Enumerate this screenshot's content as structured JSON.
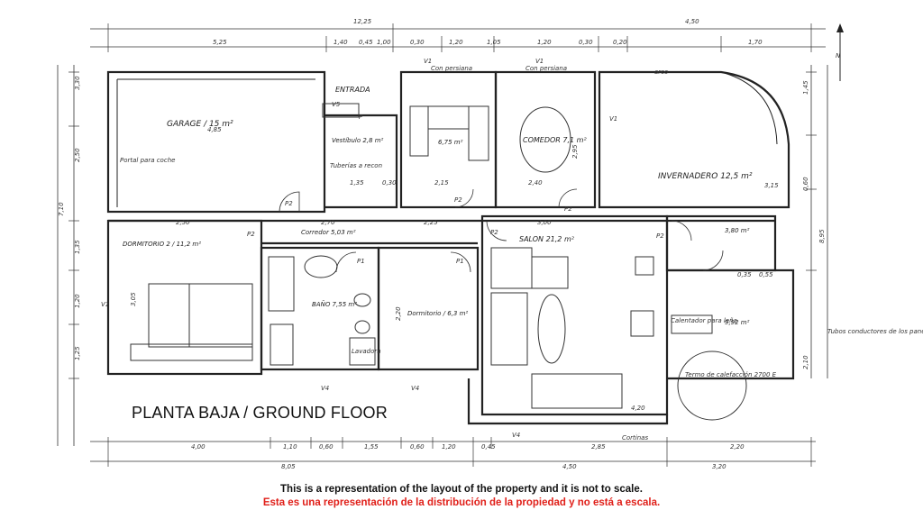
{
  "plan": {
    "title": "PLANTA BAJA  /  GROUND FLOOR",
    "north": "N",
    "notes": {
      "en": "This is a representation of the layout of the property and it is not to scale.",
      "es": "Esta es una representación de la distribución de la propiedad y no está a escala."
    },
    "rooms": [
      {
        "id": "garage",
        "label": "GARAGE / 15 m²"
      },
      {
        "id": "entrada",
        "label": "ENTRADA"
      },
      {
        "id": "vestibulo",
        "label": "Vestíbulo 2,8 m²"
      },
      {
        "id": "kitchen",
        "label": "6,75 m²"
      },
      {
        "id": "comedor",
        "label": "COMEDOR 7,1 m²"
      },
      {
        "id": "invernadero",
        "label": "INVERNADERO 12,5 m²"
      },
      {
        "id": "corredor",
        "label": "Corredor 5,03 m²"
      },
      {
        "id": "dormitorio2",
        "label": "DORMITORIO 2 / 11,2 m²"
      },
      {
        "id": "bano",
        "label": "BAÑO 7,55 m²"
      },
      {
        "id": "dormitorio",
        "label": "Dormitorio / 6,3 m²"
      },
      {
        "id": "salon",
        "label": "SALON 21,2 m²"
      },
      {
        "id": "small1",
        "label": "3,80 m²"
      },
      {
        "id": "small2",
        "label": "9,92 m²"
      }
    ],
    "fixtures": [
      {
        "id": "conpersiana1",
        "label": "Con persiana"
      },
      {
        "id": "conpersiana2",
        "label": "Con persiana"
      },
      {
        "id": "arco",
        "label": "arco"
      },
      {
        "id": "portal",
        "label": "Portal para coche"
      },
      {
        "id": "tuberias",
        "label": "Tuberías a recon"
      },
      {
        "id": "lavadora",
        "label": "Lavadora"
      },
      {
        "id": "calentador",
        "label": "Calentador para leña"
      },
      {
        "id": "termo",
        "label": "Termo de calefacción 2700 E"
      },
      {
        "id": "tubos",
        "label": "Tubos conductores de los paneles solares"
      },
      {
        "id": "cortinas",
        "label": "Cortinas"
      }
    ],
    "windows": [
      "V1",
      "V1",
      "V1",
      "V4",
      "V4",
      "V4",
      "V5",
      "V1"
    ],
    "doors": [
      "P2",
      "P2",
      "P2",
      "P2",
      "P2",
      "P1",
      "P1",
      "P2",
      "P"
    ],
    "dims_top": [
      "12,25",
      "4,50",
      "5,25",
      "1,40",
      "0,45",
      "1,00",
      "0,30",
      "1,20",
      "1,05",
      "1,20",
      "0,30",
      "0,20",
      "1,70"
    ],
    "dims_bottom": [
      "4,00",
      "1,10",
      "0,60",
      "1,55",
      "0,60",
      "1,20",
      "0,45",
      "2,85",
      "2,20",
      "8,05",
      "4,50",
      "3,20"
    ],
    "dims_left": [
      "3,30",
      "2,50",
      "7,10",
      "1,35",
      "1,25",
      "1,20"
    ],
    "dims_right": [
      "1,45",
      "0,60",
      "8,95",
      "2,10"
    ],
    "dims_inner": [
      "4,85",
      "2,50",
      "2,70",
      "2,25",
      "3,00",
      "2,15",
      "2,40",
      "1,35",
      "0,30",
      "2,20",
      "3,05",
      "2,95",
      "3,15",
      "4,20",
      "0,35",
      "0,55"
    ]
  }
}
